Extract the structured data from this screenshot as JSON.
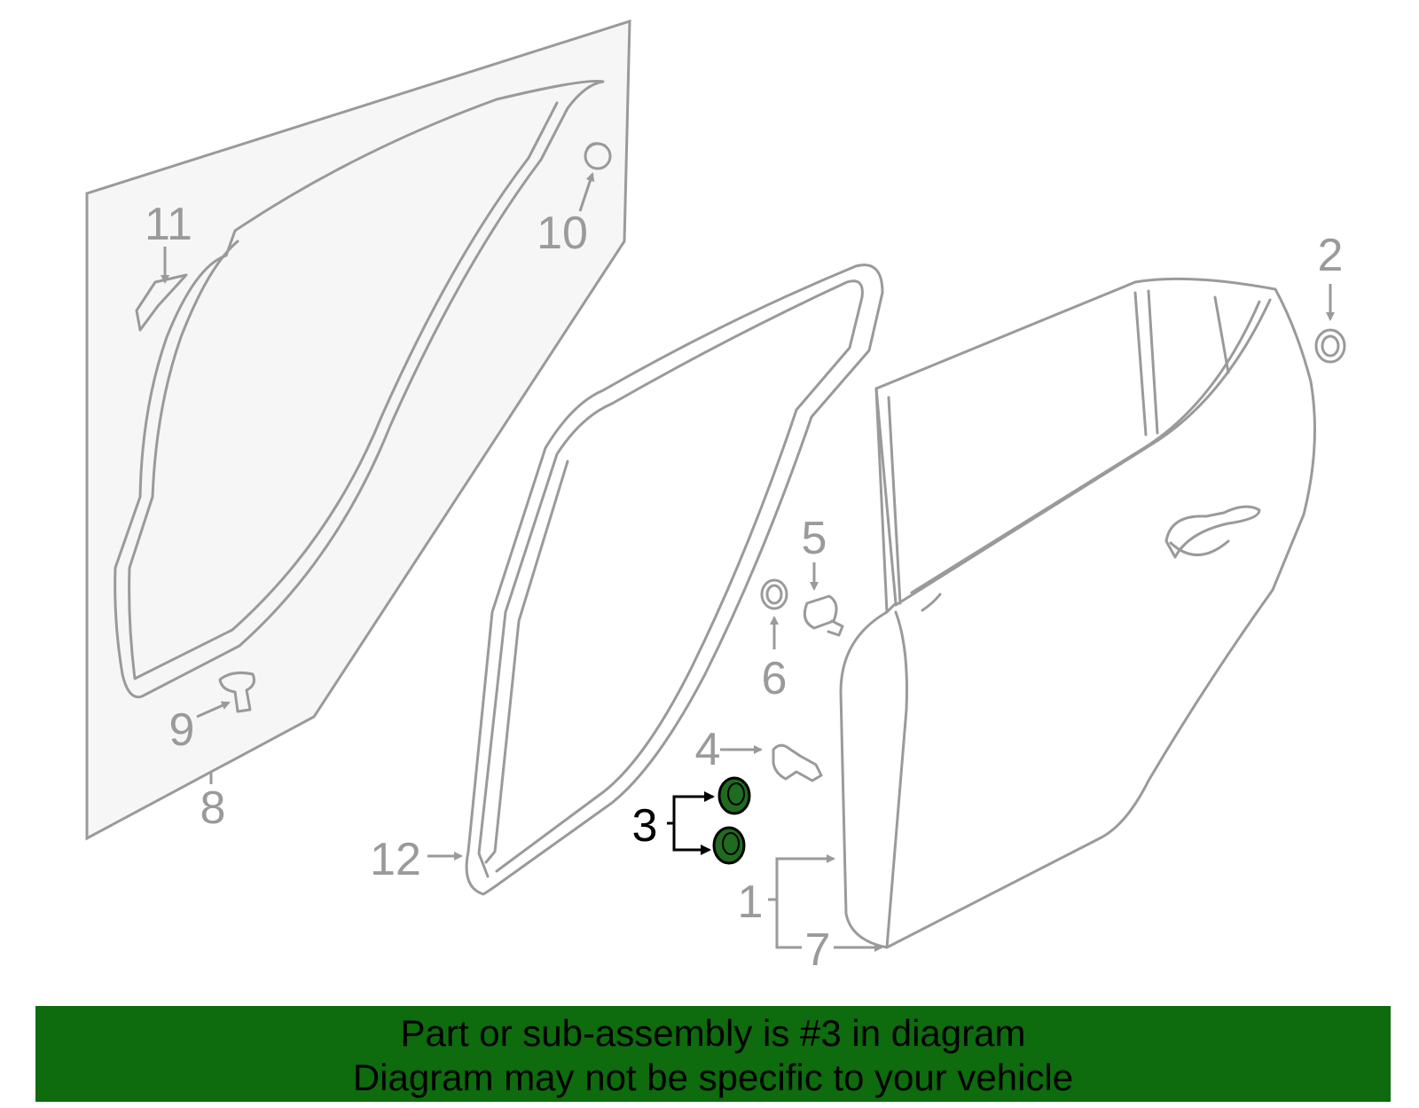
{
  "diagram": {
    "callouts": {
      "c1": "1",
      "c2": "2",
      "c3": "3",
      "c4": "4",
      "c5": "5",
      "c6": "6",
      "c7": "7",
      "c8": "8",
      "c9": "9",
      "c10": "10",
      "c11": "11",
      "c12": "12"
    },
    "highlight_part": "3",
    "colors": {
      "line": "#9a9a9a",
      "highlight_fill": "#1f6b1f",
      "banner_bg": "#0e6b0e",
      "panel_fill": "#f6f6f6"
    }
  },
  "banner": {
    "line1": "Part or sub-assembly is #3 in diagram",
    "line2": "Diagram may not be specific to your vehicle"
  }
}
